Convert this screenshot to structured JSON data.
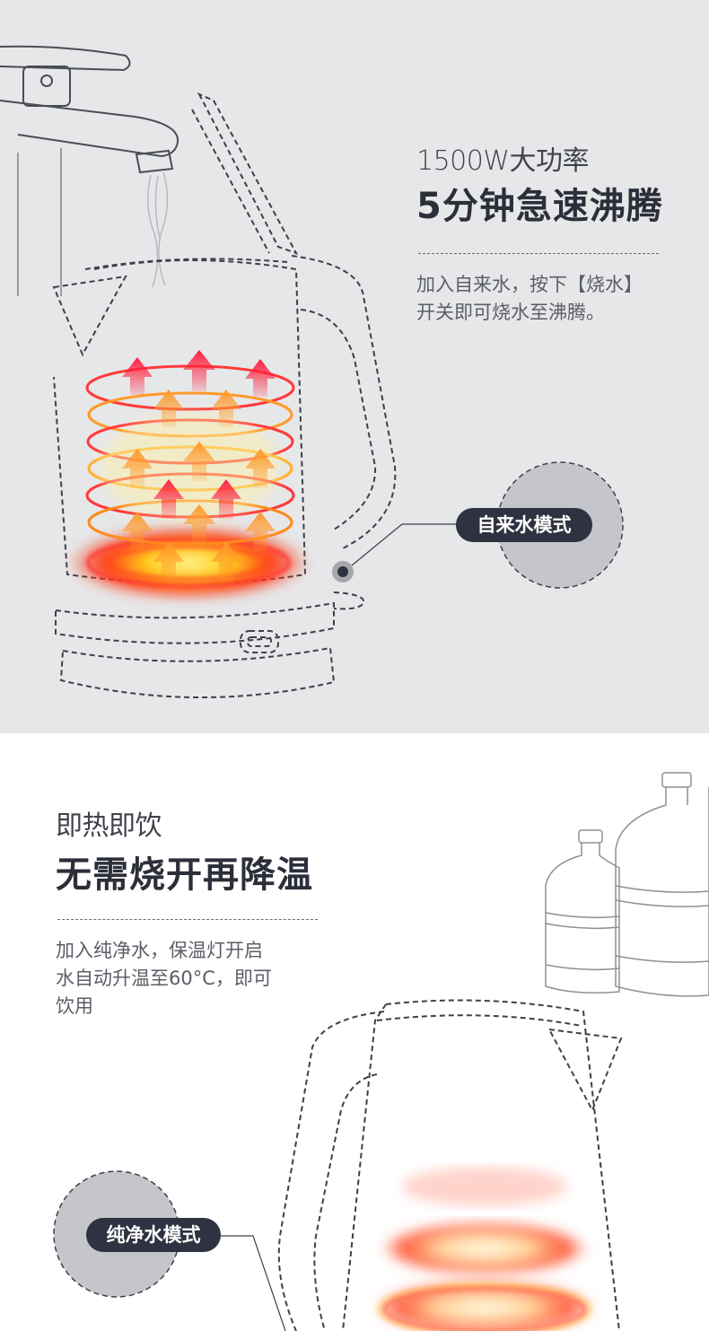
{
  "section1": {
    "subtitle": "1500W大功率",
    "headline": "5分钟急速沸腾",
    "description_line1": "加入自来水，按下【烧水】",
    "description_line2": "开关即可烧水至沸腾。",
    "mode_label": "自来水模式"
  },
  "section2": {
    "subtitle": "即热即饮",
    "headline": "无需烧开再降温",
    "description_line1": "加入纯净水，保温灯开启",
    "description_line2": "水自动升温至60°C，即可",
    "description_line3": "饮用",
    "mode_label": "纯净水模式"
  },
  "colors": {
    "top_background": "#e6e7e9",
    "dark_text": "#2c2f3a",
    "pill_background": "#2f3240",
    "heat_red": "#ff2a2a",
    "heat_orange": "#ff8a1e",
    "heat_yellow": "#ffe23a"
  }
}
